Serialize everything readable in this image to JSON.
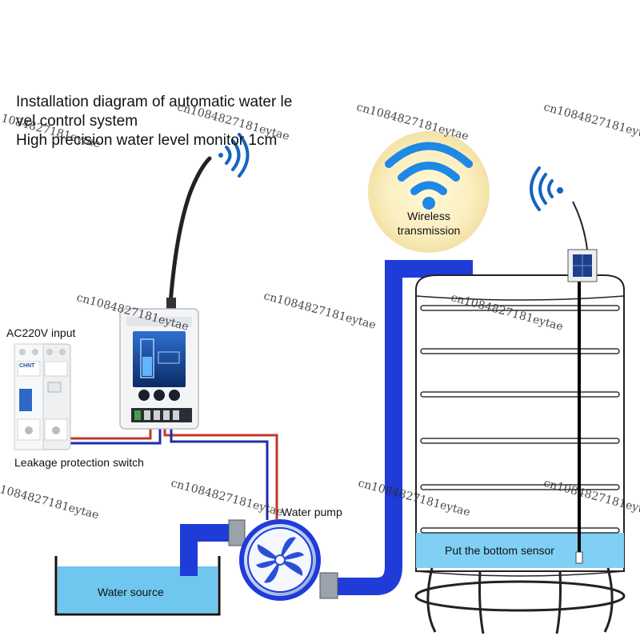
{
  "title": {
    "line1": "Installation diagram of automatic water le",
    "line2": "vel control system",
    "line3": "High precision water level monitor 1cm"
  },
  "labels": {
    "ac_input": "AC220V input",
    "leakage_switch": "Leakage protection switch",
    "water_pump": "Water pump",
    "water_source": "Water source",
    "wireless_line1": "Wireless",
    "wireless_line2": "transmission",
    "bottom_sensor": "Put the bottom sensor"
  },
  "watermark": "cn1084827181eytae",
  "watermark_partial": "1084827181eytae",
  "breaker_brand": "CHNT",
  "colors": {
    "pipe_blue": "#1f3bd8",
    "water_light": "#6fc6ef",
    "wireless_circle": "#fbefc0",
    "wifi_blue": "#1e88e5",
    "wire_red": "#c0392b",
    "wire_blue": "#1b2fa8"
  },
  "icons": [
    "wifi-icon",
    "antenna-icon",
    "solar-sensor-icon",
    "fan-icon"
  ]
}
